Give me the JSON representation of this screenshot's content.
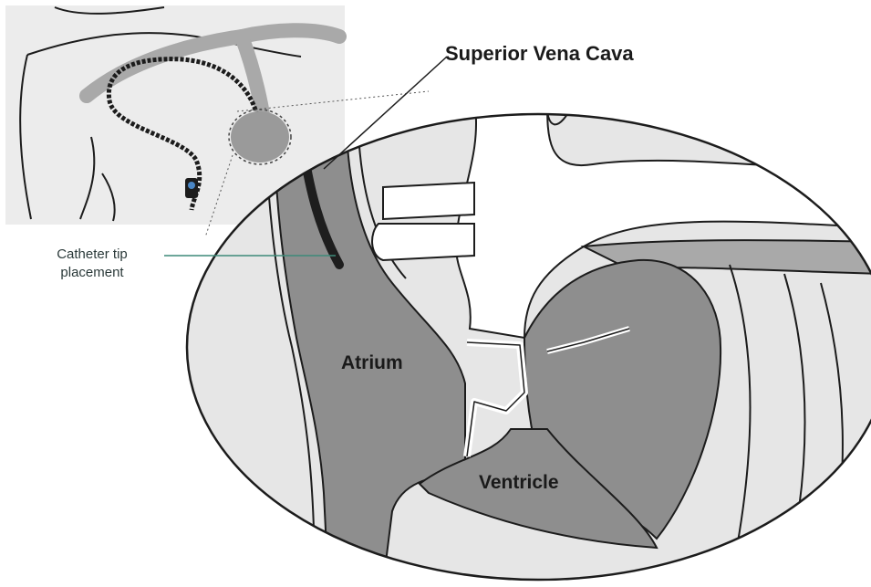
{
  "labels": {
    "superior_vena_cava": "Superior Vena Cava",
    "catheter_tip_line1": "Catheter tip",
    "catheter_tip_line2": "placement",
    "atrium": "Atrium",
    "ventricle": "Ventricle"
  },
  "colors": {
    "background": "#ffffff",
    "inset_fill": "#e6e6e6",
    "outline": "#1c1c1c",
    "vessel_dark": "#8e8e8e",
    "vessel_mid": "#a9a9a9",
    "catheter": "#1e1e1e",
    "leader_line_teal": "#3d8a78"
  },
  "icons": [
    "torso-with-picc-line",
    "heart-cross-section",
    "magnifier-inset"
  ]
}
